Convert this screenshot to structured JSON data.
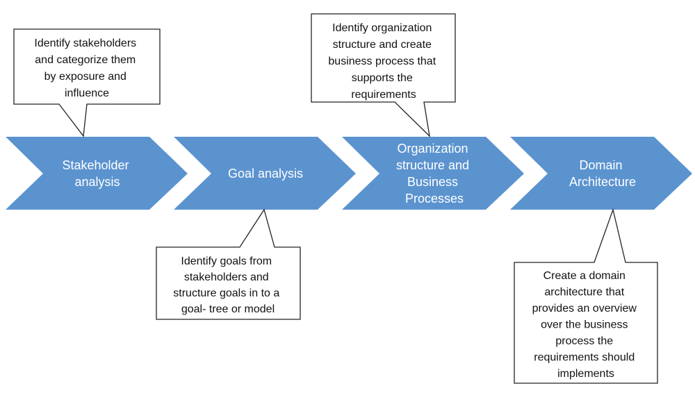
{
  "colors": {
    "chevron_fill": "#5b93cf",
    "chevron_text": "#ffffff",
    "callout_fill": "#ffffff",
    "callout_border": "#222222",
    "callout_text": "#111111"
  },
  "steps": [
    {
      "lines": [
        "Stakeholder",
        "analysis"
      ],
      "callout": {
        "position": "above",
        "lines": [
          "Identify stakeholders",
          "and categorize them",
          "by exposure and",
          "influence"
        ]
      }
    },
    {
      "lines": [
        "Goal analysis"
      ],
      "callout": {
        "position": "below",
        "lines": [
          "Identify goals from",
          "stakeholders and",
          "structure goals in to a",
          "goal- tree or model"
        ]
      }
    },
    {
      "lines": [
        "Organization",
        "structure and",
        "Business",
        "Processes"
      ],
      "callout": {
        "position": "above",
        "lines": [
          "Identify organization",
          "structure and create",
          "business process that",
          "supports the",
          "requirements"
        ]
      }
    },
    {
      "lines": [
        "Domain",
        "Architecture"
      ],
      "callout": {
        "position": "below",
        "lines": [
          "Create a domain",
          "architecture that",
          "provides an overview",
          "over the business",
          "process the",
          "requirements should",
          "implements"
        ]
      }
    }
  ]
}
